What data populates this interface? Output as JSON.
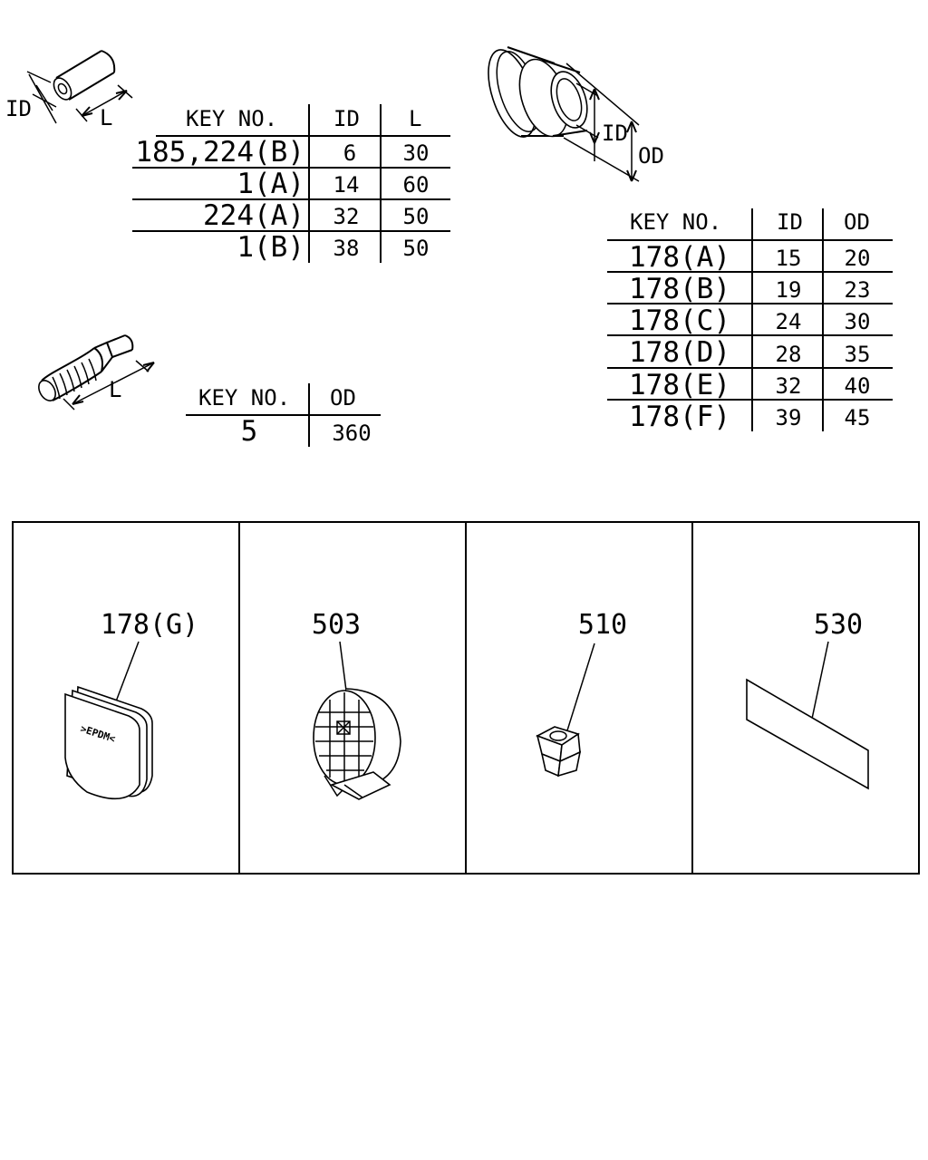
{
  "hose_table": {
    "headers": [
      "KEY NO.",
      "ID",
      "L"
    ],
    "rows": [
      {
        "key": "185,224(B)",
        "id": "6",
        "l": "30"
      },
      {
        "key": "1(A)",
        "id": "14",
        "l": "60"
      },
      {
        "key": "224(A)",
        "id": "32",
        "l": "50"
      },
      {
        "key": "1(B)",
        "id": "38",
        "l": "50"
      }
    ]
  },
  "grommet_table": {
    "headers": [
      "KEY NO.",
      "ID",
      "OD"
    ],
    "rows": [
      {
        "key": "178(A)",
        "id": "15",
        "od": "20"
      },
      {
        "key": "178(B)",
        "id": "19",
        "od": "23"
      },
      {
        "key": "178(C)",
        "id": "24",
        "od": "30"
      },
      {
        "key": "178(D)",
        "id": "28",
        "od": "35"
      },
      {
        "key": "178(E)",
        "id": "32",
        "od": "40"
      },
      {
        "key": "178(F)",
        "id": "39",
        "od": "45"
      }
    ]
  },
  "tube_table": {
    "headers": [
      "KEY NO.",
      "OD"
    ],
    "rows": [
      {
        "key": "5",
        "od": "360"
      }
    ]
  },
  "dimension_labels": {
    "hose_id": "ID",
    "hose_l": "L",
    "grommet_id": "ID",
    "grommet_od": "OD",
    "tube_l": "L"
  },
  "panels": [
    {
      "label": "178(G)",
      "marking": ">EPDM<"
    },
    {
      "label": "503"
    },
    {
      "label": "510"
    },
    {
      "label": "530"
    }
  ]
}
